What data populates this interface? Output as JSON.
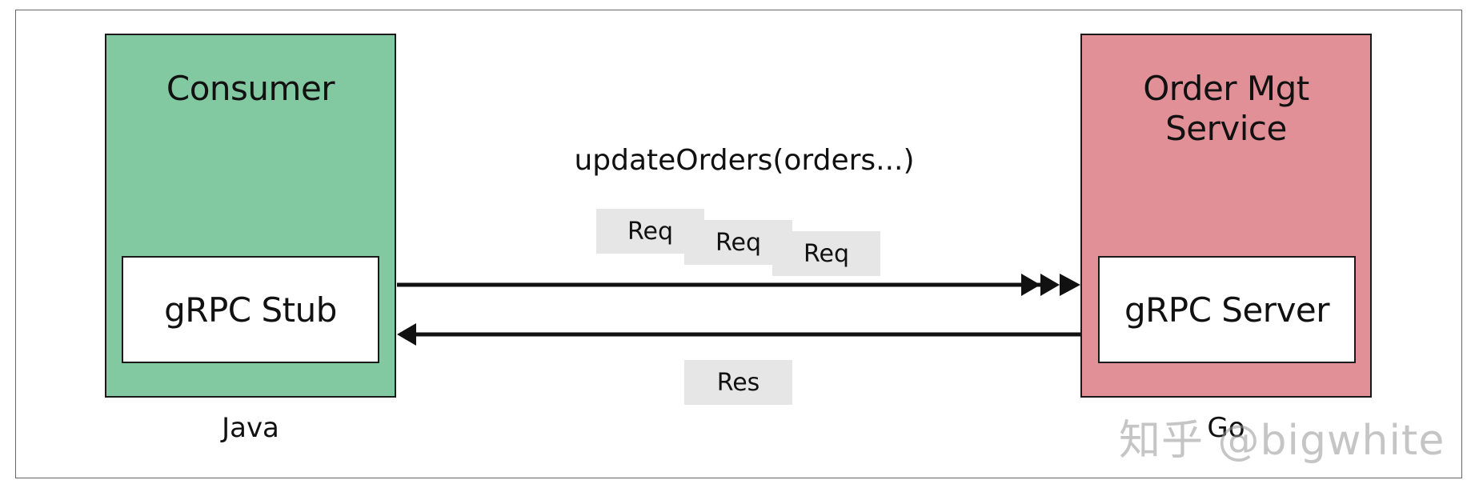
{
  "consumer": {
    "title": "Consumer",
    "stub_label": "gRPC Stub",
    "language": "Java"
  },
  "service": {
    "title_line1": "Order Mgt",
    "title_line2": "Service",
    "server_label": "gRPC Server",
    "language": "Go"
  },
  "call": {
    "method": "updateOrders(orders...)"
  },
  "requests": [
    "Req",
    "Req",
    "Req"
  ],
  "response": "Res",
  "watermark": "知乎 @bigwhite",
  "colors": {
    "consumer": "#82c8a0",
    "service": "#e09096",
    "message_bg": "#e6e6e6"
  }
}
